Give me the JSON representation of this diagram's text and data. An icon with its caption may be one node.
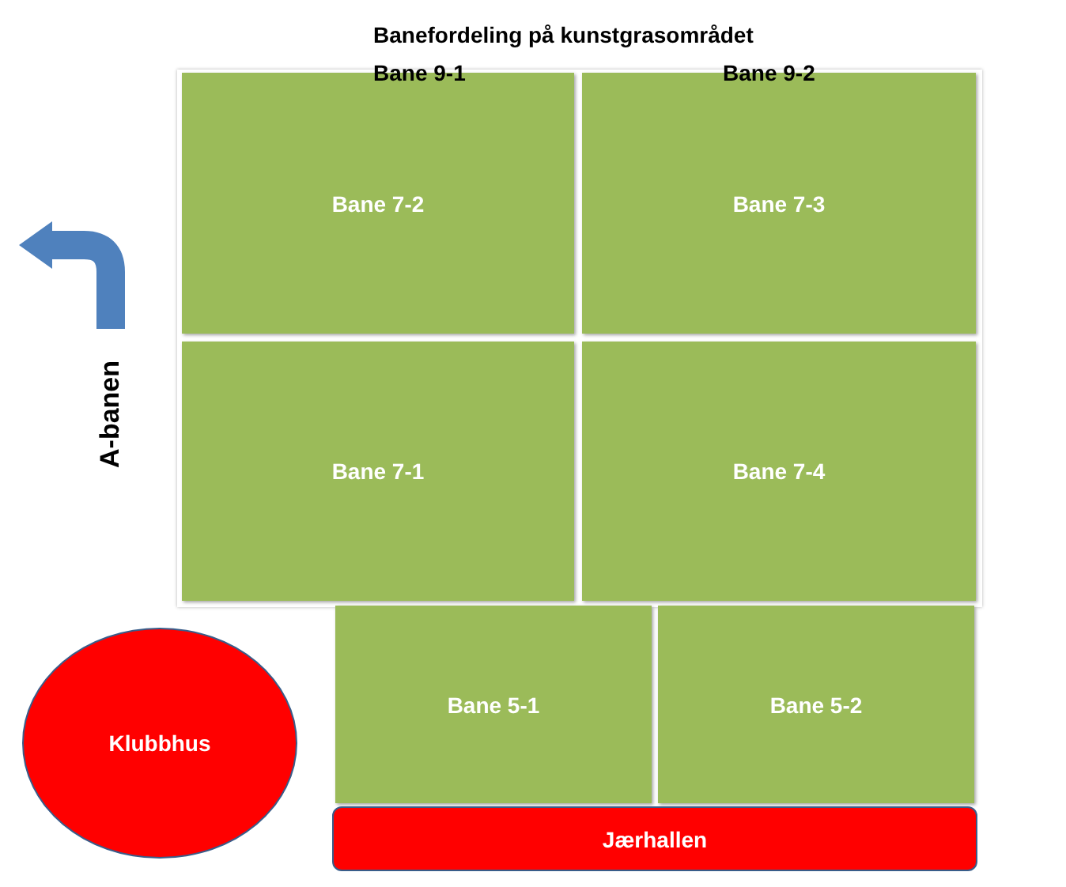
{
  "diagram": {
    "title": "Banefordeling på kunstgrasområdet",
    "nodes": [
      {
        "text": [
          "Bane 7-2"
        ]
      },
      {
        "text": [
          "Bane 7-3"
        ]
      },
      {
        "text": [
          "Bane 7-1"
        ]
      },
      {
        "text": [
          "Bane 7-4"
        ]
      },
      {
        "text": [
          "Bane 5-1"
        ]
      },
      {
        "text": [
          "Bane 5-2"
        ]
      },
      {
        "text": [
          "Jærhallen"
        ]
      },
      {
        "text": [
          "Klubbhus"
        ]
      }
    ],
    "labels": [
      "Bane 9-1",
      "Bane 9-2",
      "A-banen"
    ]
  }
}
